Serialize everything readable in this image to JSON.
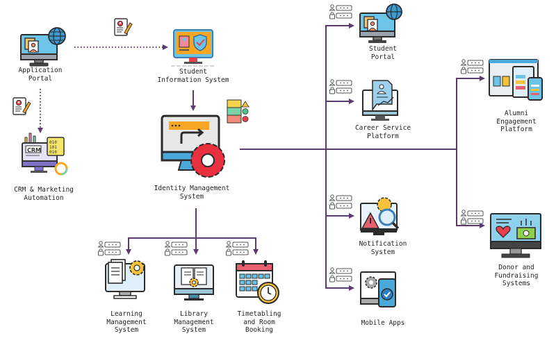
{
  "diagram": {
    "title": "",
    "colors": {
      "connector": "#5b3a6e",
      "monitor_frame": "#2b2b2b",
      "screen_blue": "#6cc4e8",
      "accent_orange": "#f6a623",
      "accent_red": "#e8404f",
      "gear_red": "#e8303f",
      "gold": "#f2c94c"
    },
    "nodes": [
      {
        "id": "application-portal",
        "label": "Application\nPortal",
        "icon": "monitor-globe-icon"
      },
      {
        "id": "student-information-system",
        "label": "Student\nInformation System",
        "icon": "monitor-shield-icon"
      },
      {
        "id": "crm-marketing",
        "label": "CRM & Marketing\nAutomation",
        "icon": "crm-monitor-icon"
      },
      {
        "id": "identity-management",
        "label": "Identity Management\nSystem",
        "icon": "monitor-gear-icon"
      },
      {
        "id": "learning-management",
        "label": "Learning\nManagement\nSystem",
        "icon": "monitor-document-gear-icon"
      },
      {
        "id": "library-management",
        "label": "Library\nManagement\nSystem",
        "icon": "monitor-book-icon"
      },
      {
        "id": "timetabling",
        "label": "Timetabling\nand Room\nBooking",
        "icon": "calendar-clock-icon"
      },
      {
        "id": "student-portal",
        "label": "Student\nPortal",
        "icon": "monitor-globe-icon"
      },
      {
        "id": "career-service",
        "label": "Career Service\nPlatform",
        "icon": "monitor-resume-icon"
      },
      {
        "id": "notification-system",
        "label": "Notification\nSystem",
        "icon": "monitor-alert-icon"
      },
      {
        "id": "mobile-apps",
        "label": "Mobile Apps",
        "icon": "mobile-check-icon"
      },
      {
        "id": "alumni-engagement",
        "label": "Alumni\nEngagement\nPlatform",
        "icon": "multi-device-icon"
      },
      {
        "id": "donor-fundraising",
        "label": "Donor and\nFundraising\nSystems",
        "icon": "monitor-donation-icon"
      }
    ],
    "edges": [
      {
        "from": "application-portal",
        "to": "student-information-system",
        "style": "dotted",
        "annotation": "application-form-icon"
      },
      {
        "from": "application-portal",
        "to": "crm-marketing",
        "style": "dotted",
        "annotation": "application-form-icon"
      },
      {
        "from": "student-information-system",
        "to": "identity-management",
        "style": "solid",
        "annotation": "user-roles-icon"
      },
      {
        "from": "identity-management",
        "to": "learning-management",
        "style": "solid",
        "annotation": "credentials-icon"
      },
      {
        "from": "identity-management",
        "to": "library-management",
        "style": "solid",
        "annotation": "credentials-icon"
      },
      {
        "from": "identity-management",
        "to": "timetabling",
        "style": "solid",
        "annotation": "credentials-icon"
      },
      {
        "from": "identity-management",
        "to": "student-portal",
        "style": "solid",
        "annotation": "credentials-icon"
      },
      {
        "from": "identity-management",
        "to": "career-service",
        "style": "solid",
        "annotation": "credentials-icon"
      },
      {
        "from": "identity-management",
        "to": "notification-system",
        "style": "solid",
        "annotation": "credentials-icon"
      },
      {
        "from": "identity-management",
        "to": "mobile-apps",
        "style": "solid",
        "annotation": "credentials-icon"
      },
      {
        "from": "identity-management",
        "to": "alumni-engagement",
        "style": "solid",
        "annotation": "credentials-icon"
      },
      {
        "from": "identity-management",
        "to": "donor-fundraising",
        "style": "solid",
        "annotation": "credentials-icon"
      }
    ]
  }
}
